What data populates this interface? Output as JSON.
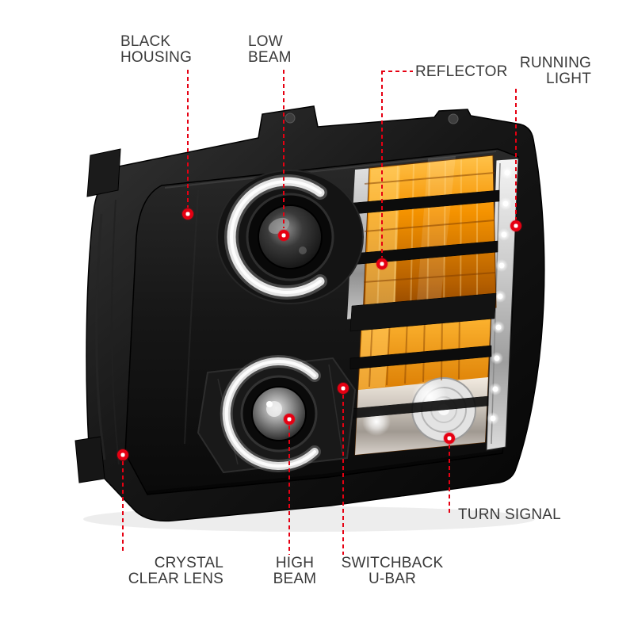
{
  "figure": {
    "type": "annotated-product-image",
    "subject": "projector headlight assembly, black housing with amber reflectors",
    "background_color": "#ffffff",
    "accent_color": "#e60012",
    "label_color": "#3a3a3a"
  },
  "annotations": {
    "black_housing": {
      "text": "BLACK\nHOUSING"
    },
    "low_beam": {
      "text": "LOW\nBEAM"
    },
    "reflector": {
      "text": "REFLECTOR"
    },
    "running_light": {
      "text": "RUNNING\nLIGHT"
    },
    "crystal_clear_lens": {
      "text": "CRYSTAL\nCLEAR LENS"
    },
    "high_beam": {
      "text": "HIGH\nBEAM"
    },
    "switchback_ubar": {
      "text": "SWITCHBACK\nU-BAR"
    },
    "turn_signal": {
      "text": "TURN SIGNAL"
    }
  }
}
